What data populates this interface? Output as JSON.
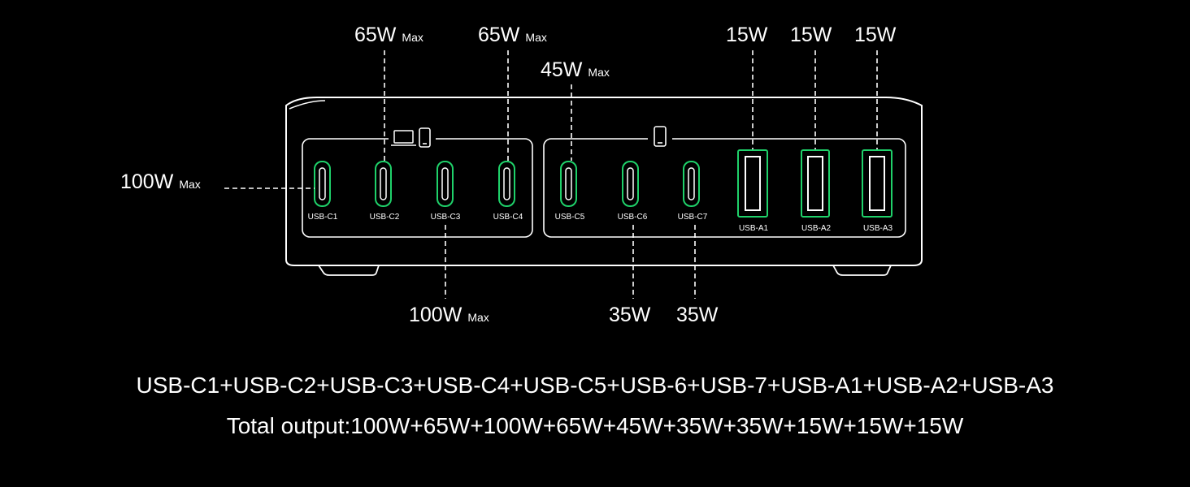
{
  "ports": [
    {
      "id": "USB-C1",
      "label": "USB-C1",
      "watt": "100W",
      "max": "Max"
    },
    {
      "id": "USB-C2",
      "label": "USB-C2",
      "watt": "65W",
      "max": "Max"
    },
    {
      "id": "USB-C3",
      "label": "USB-C3",
      "watt": "100W",
      "max": "Max"
    },
    {
      "id": "USB-C4",
      "label": "USB-C4",
      "watt": "65W",
      "max": "Max"
    },
    {
      "id": "USB-C5",
      "label": "USB-C5",
      "watt": "45W",
      "max": "Max"
    },
    {
      "id": "USB-C6",
      "label": "USB-C6",
      "watt": "35W",
      "max": ""
    },
    {
      "id": "USB-C7",
      "label": "USB-C7",
      "watt": "35W",
      "max": ""
    },
    {
      "id": "USB-A1",
      "label": "USB-A1",
      "watt": "15W",
      "max": ""
    },
    {
      "id": "USB-A2",
      "label": "USB-A2",
      "watt": "15W",
      "max": ""
    },
    {
      "id": "USB-A3",
      "label": "USB-A3",
      "watt": "15W",
      "max": ""
    }
  ],
  "icons": {
    "left_group": [
      "laptop-icon",
      "phone-icon"
    ],
    "right_group": [
      "phone-icon"
    ]
  },
  "colors": {
    "background": "#000000",
    "device_outline": "#ffffff",
    "port_accent": "#1fd16a",
    "text": "#ffffff"
  },
  "summary": {
    "ports_line": "USB-C1+USB-C2+USB-C3+USB-C4+USB-C5+USB-6+USB-7+USB-A1+USB-A2+USB-A3",
    "total_line": "Total output:100W+65W+100W+65W+45W+35W+35W+15W+15W+15W"
  }
}
